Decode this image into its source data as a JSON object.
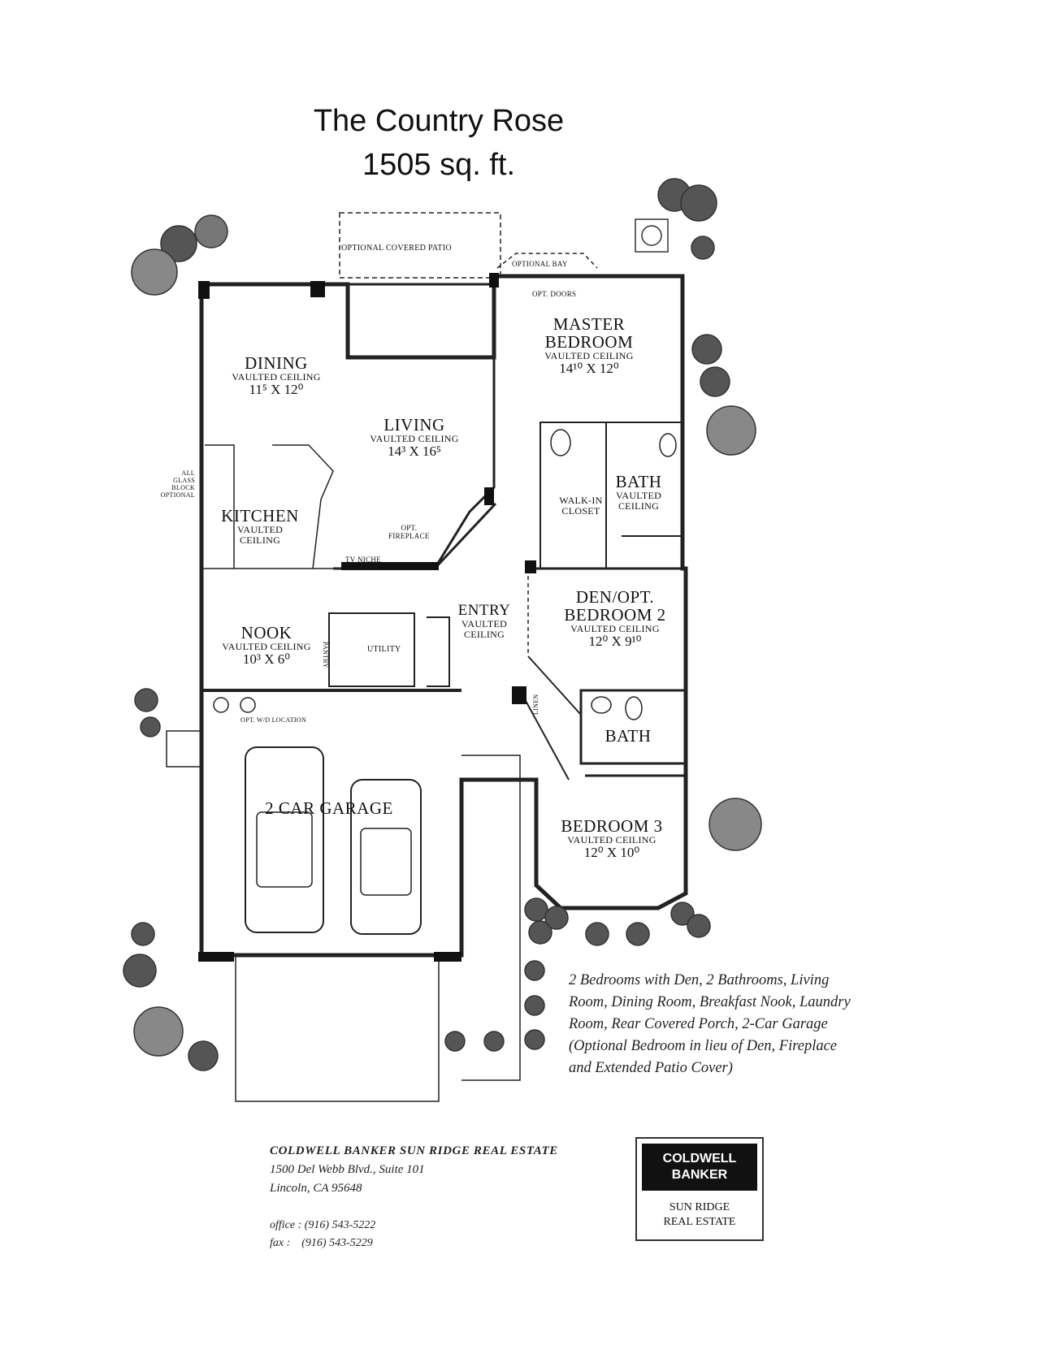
{
  "plan": {
    "title": "The Country Rose",
    "area": "1505 sq. ft."
  },
  "rooms": {
    "dining": {
      "name": "DINING",
      "ceiling": "VAULTED CEILING",
      "dims": "11⁵ X 12⁰"
    },
    "living": {
      "name": "LIVING",
      "ceiling": "VAULTED CEILING",
      "dims": "14³ X 16⁵"
    },
    "master": {
      "name1": "MASTER",
      "name2": "BEDROOM",
      "ceiling": "VAULTED CEILING",
      "dims": "14¹⁰ X 12⁰"
    },
    "kitchen": {
      "name": "KITCHEN",
      "ceiling1": "VAULTED",
      "ceiling2": "CEILING"
    },
    "nook": {
      "name": "NOOK",
      "ceiling": "VAULTED CEILING",
      "dims": "10³ X 6⁰"
    },
    "entry": {
      "name": "ENTRY",
      "ceiling1": "VAULTED",
      "ceiling2": "CEILING"
    },
    "utility": {
      "name": "UTILITY"
    },
    "den": {
      "name1": "DEN/OPT.",
      "name2": "BEDROOM 2",
      "ceiling": "VAULTED CEILING",
      "dims": "12⁰ X 9¹⁰"
    },
    "bath_master": {
      "name": "BATH",
      "ceiling1": "VAULTED",
      "ceiling2": "CEILING"
    },
    "walkin": {
      "line1": "WALK-IN",
      "line2": "CLOSET"
    },
    "bath2": {
      "name": "BATH"
    },
    "bedroom3": {
      "name": "BEDROOM 3",
      "ceiling": "VAULTED CEILING",
      "dims": "12⁰ X 10⁰"
    },
    "garage": {
      "name": "2 CAR GARAGE"
    }
  },
  "notes": {
    "covered_patio": "OPTIONAL COVERED PATIO",
    "optional_bay": "OPTIONAL BAY",
    "opt_doors": "OPT. DOORS",
    "opt_fireplace1": "OPT.",
    "opt_fireplace2": "FIREPLACE",
    "tv_niche": "TV NICHE",
    "glass_block1": "ALL",
    "glass_block2": "GLASS",
    "glass_block3": "BLOCK",
    "glass_block4": "OPTIONAL",
    "pantry": "PANTRY",
    "linen": "LINEN",
    "wd_location": "OPT. W/D LOCATION"
  },
  "description": {
    "line1": "2 Bedrooms with Den, 2 Bathrooms, Living",
    "line2": "Room, Dining Room, Breakfast Nook, Laundry",
    "line3": "Room, Rear Covered Porch, 2-Car Garage",
    "line4": "(Optional Bedroom in lieu of Den, Fireplace",
    "line5": "and Extended Patio Cover)"
  },
  "agency": {
    "name": "COLDWELL BANKER SUN RIDGE REAL ESTATE",
    "street": "1500 Del Webb Blvd., Suite 101",
    "city": "Lincoln, CA 95648",
    "office": "office : (916) 543-5222",
    "fax": "fax :    (916) 543-5229"
  },
  "logo": {
    "line1": "COLDWELL",
    "line2": "BANKER",
    "line3": "SUN RIDGE",
    "line4": "REAL ESTATE"
  }
}
